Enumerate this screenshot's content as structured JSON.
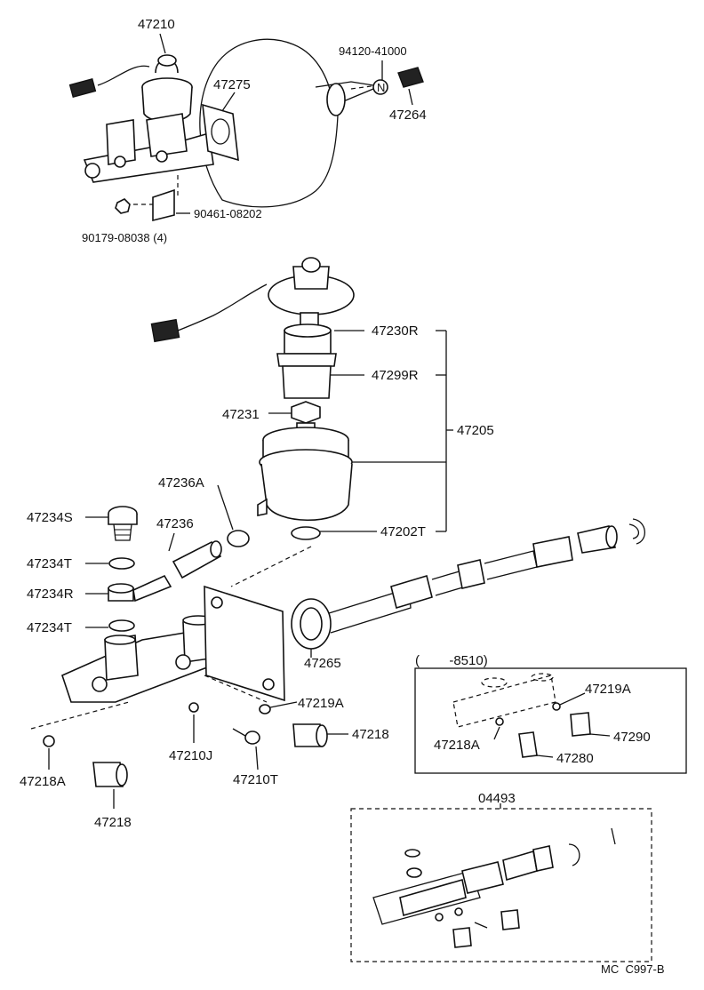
{
  "labels": {
    "p47210": "47210",
    "p94120": "94120-41000",
    "p47275": "47275",
    "p47264": "47264",
    "p90461": "90461-08202",
    "p90179": "90179-08038 (4)",
    "p47230R": "47230R",
    "p47299R": "47299R",
    "p47231": "47231",
    "p47205": "47205",
    "p47236A": "47236A",
    "p47234S": "47234S",
    "p47236": "47236",
    "p47202T": "47202T",
    "p47234T_a": "47234T",
    "p47234R": "47234R",
    "p47234T_b": "47234T",
    "p47265": "47265",
    "p8510": "(        -8510)",
    "p47219A_a": "47219A",
    "p47219A_b": "47219A",
    "p47218_a": "47218",
    "p47290": "47290",
    "p47218A_a": "47218A",
    "p47280": "47280",
    "p47210J": "47210J",
    "p47210T": "47210T",
    "p47218A_b": "47218A",
    "p47218_b": "47218",
    "p04493": "04493",
    "ref": "MC  C997-B"
  },
  "icons": [
    "brake-booster-icon",
    "master-cylinder-icon",
    "reservoir-icon",
    "piston-kit-icon"
  ]
}
